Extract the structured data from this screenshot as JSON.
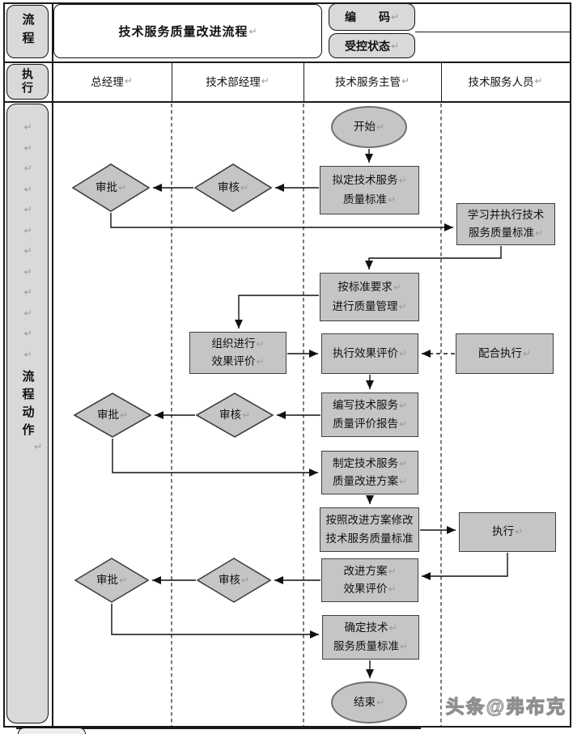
{
  "marks": {
    "return": "↵"
  },
  "header": {
    "process_label": "流程",
    "title": "技术服务质量改进流程",
    "code_label": "编　　码",
    "status_label": "受控状态",
    "execute_label": "执行",
    "columns": [
      "总经理",
      "技术部经理",
      "技术服务主管",
      "技术服务人员"
    ]
  },
  "sidebar": {
    "vertical_label": "流程动作"
  },
  "flow": {
    "nodes": {
      "start": {
        "label": "开始"
      },
      "draft": {
        "line1": "拟定技术服务",
        "line2": "质量标准"
      },
      "learn": {
        "line1": "学习并执行技术",
        "line2": "服务质量标准"
      },
      "manage": {
        "line1": "按标准要求",
        "line2": "进行质量管理"
      },
      "organize": {
        "line1": "组织进行",
        "line2": "效果评价"
      },
      "evaluate": {
        "label": "执行效果评价"
      },
      "cooperate": {
        "label": "配合执行"
      },
      "report": {
        "line1": "编写技术服务",
        "line2": "质量评价报告"
      },
      "plan": {
        "line1": "制定技术服务",
        "line2": "质量改进方案"
      },
      "revise": {
        "line1": "按照改进方案修改",
        "line2": "技术服务质量标准"
      },
      "execute": {
        "label": "执行"
      },
      "plan_eval": {
        "line1": "改进方案",
        "line2": "效果评价"
      },
      "confirm": {
        "line1": "确定技术",
        "line2": "服务质量标准"
      },
      "end": {
        "label": "结束"
      },
      "approve": {
        "label": "审批"
      },
      "review": {
        "label": "审核"
      }
    }
  },
  "watermark": "头条@弗布克",
  "colors": {
    "node_fill": "#c5c5c5",
    "header_fill": "#d9d9d9",
    "line": "#111111",
    "return_mark": "#9a9a9a"
  }
}
